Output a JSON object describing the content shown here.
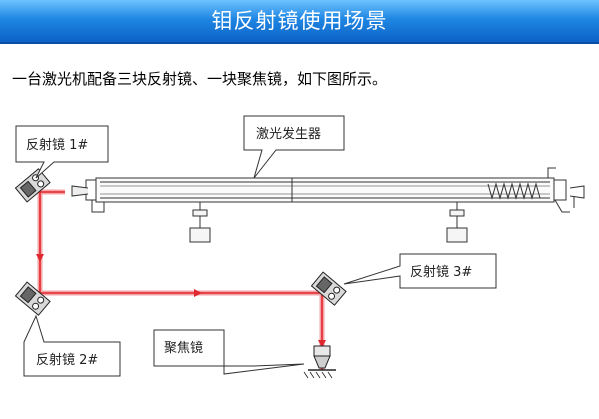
{
  "header": {
    "title": "钼反射镜使用场景"
  },
  "intro": {
    "text": "一台激光机配备三块反射镜、一块聚焦镜，如下图所示。"
  },
  "diagram": {
    "labels": {
      "mirror1": "反射镜 1#",
      "mirror2": "反射镜 2#",
      "mirror3": "反射镜 3#",
      "laser_generator": "激光发生器",
      "focus_lens": "聚焦镜"
    }
  },
  "colors": {
    "header_top": "#6fc3ff",
    "header_bottom": "#0c62c6",
    "beam": "#e0282f",
    "beam_halo": "#f4a3a6"
  }
}
